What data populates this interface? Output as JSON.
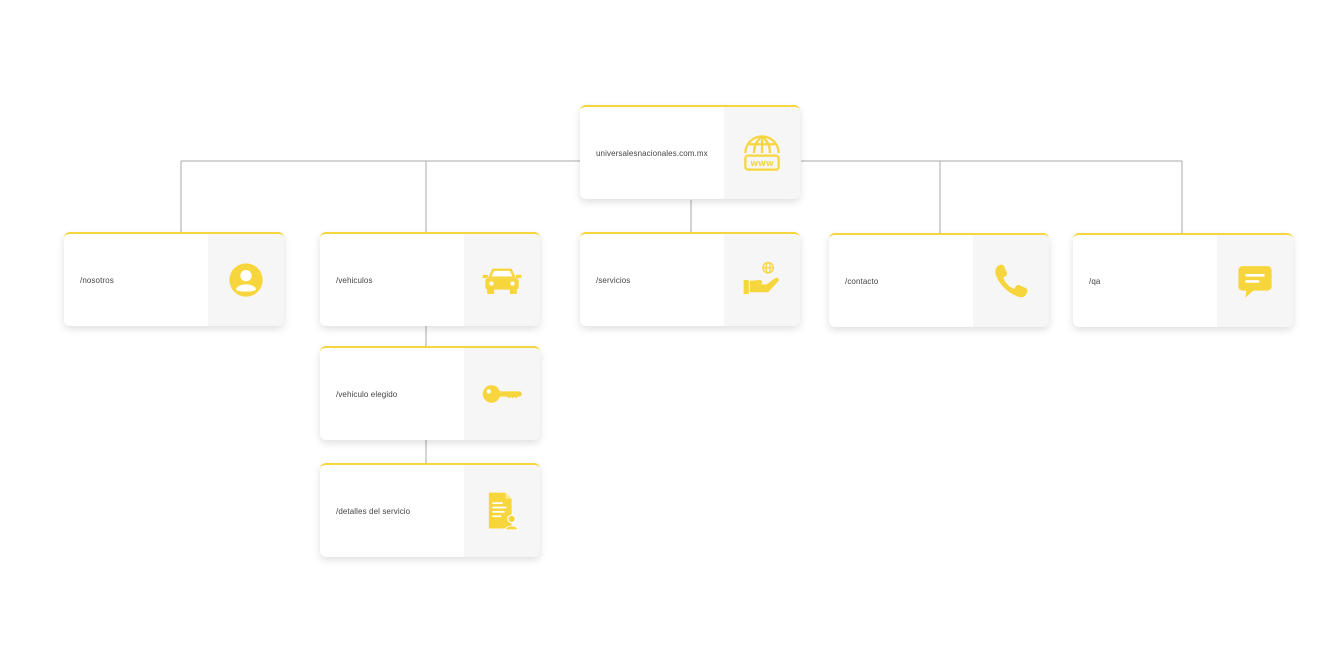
{
  "theme": {
    "accent": "#f7d53c",
    "icon_bg": "#f6f6f6",
    "connector": "#a8a8a8"
  },
  "root": {
    "label": "universalesnacionales.com.mx",
    "icon": "www-globe-icon"
  },
  "nodes": {
    "nosotros": {
      "label": "/nosotros",
      "icon": "user-icon"
    },
    "vehiculos": {
      "label": "/vehiculos",
      "icon": "car-icon"
    },
    "servicios": {
      "label": "/servicios",
      "icon": "hand-globe-icon"
    },
    "contacto": {
      "label": "/contacto",
      "icon": "phone-icon"
    },
    "qa": {
      "label": "/qa",
      "icon": "chat-icon"
    },
    "vehiculo_elegido": {
      "label": "/vehiculo elegido",
      "icon": "key-icon"
    },
    "detalles_servicio": {
      "label": "/detalles del servicio",
      "icon": "document-user-icon"
    }
  }
}
